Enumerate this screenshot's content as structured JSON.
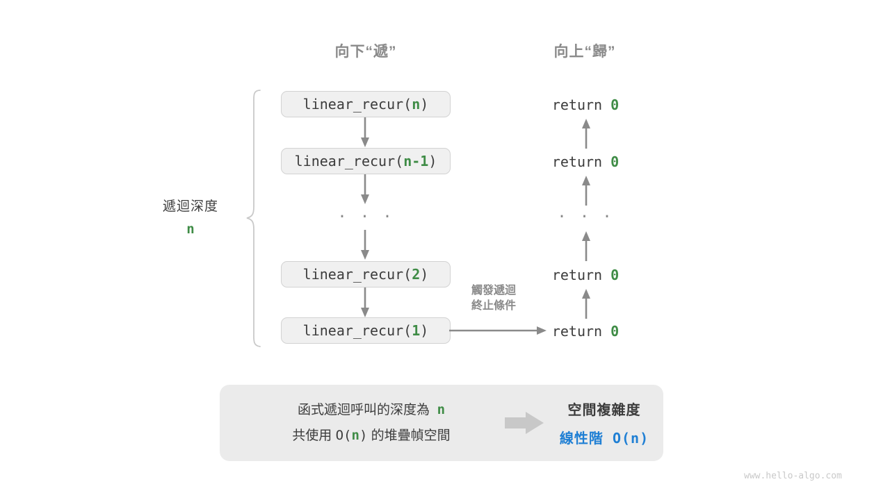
{
  "headers": {
    "down": "向下“遞”",
    "up": "向上“歸”"
  },
  "depth": {
    "label": "遞迴深度",
    "value": "n"
  },
  "call_stack": [
    {
      "name": "linear_recur",
      "arg": "n",
      "text_prefix": "linear_recur(",
      "text_suffix": ")"
    },
    {
      "name": "linear_recur",
      "arg": "n-1",
      "text_prefix": "linear_recur(",
      "text_suffix": ")"
    },
    {
      "name": "linear_recur",
      "arg": "2",
      "text_prefix": "linear_recur(",
      "text_suffix": ")"
    },
    {
      "name": "linear_recur",
      "arg": "1",
      "text_prefix": "linear_recur(",
      "text_suffix": ")"
    }
  ],
  "ellipsis": "· · ·",
  "returns": [
    {
      "keyword": "return",
      "value": "0"
    },
    {
      "keyword": "return",
      "value": "0"
    },
    {
      "keyword": "return",
      "value": "0"
    },
    {
      "keyword": "return",
      "value": "0"
    }
  ],
  "trigger_note": {
    "line1": "觸發遞迴",
    "line2": "終止條件"
  },
  "summary": {
    "left_line1_a": "函式遞迴呼叫的深度為",
    "left_line1_n": "n",
    "left_line2_a": "共使用",
    "left_line2_b": "O(",
    "left_line2_n": "n",
    "left_line2_c": ")",
    "left_line2_d": "的堆疊幀空間",
    "arrow_icon": "right-arrow-icon",
    "right_head": "空間複雜度",
    "right_order": "線性階",
    "right_big_o": "O(n)"
  },
  "watermark": "www.hello-algo.com",
  "colors": {
    "green": "#3f8c46",
    "blue": "#1f7fd4",
    "gray_text": "#8a8a8a",
    "dark_text": "#3c3c3c",
    "box_fill": "#f0f0f0",
    "box_border": "#d2d2d2",
    "panel_fill": "#ebebeb",
    "arrow_gray": "#8a8a8a",
    "block_arrow": "#c8c8c8",
    "watermark_gray": "#c9c9c9"
  }
}
